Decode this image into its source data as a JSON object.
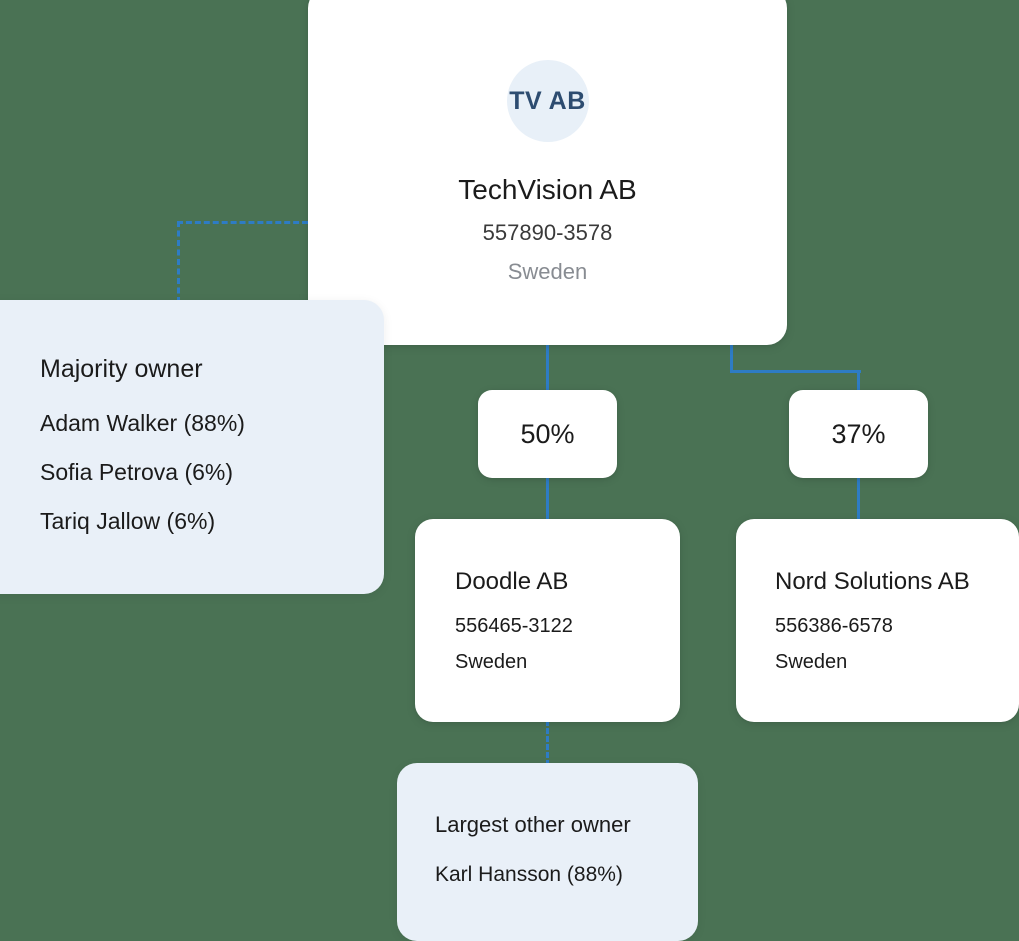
{
  "diagram": {
    "type": "ownership-structure-tree",
    "background_color": "#4a7254",
    "connector_color": "#2e7cc4",
    "panel_color": "#e9f0f8",
    "card_color": "#ffffff"
  },
  "root": {
    "avatar_initials": "TV AB",
    "avatar_bg": "#e8f0f8",
    "avatar_text_color": "#2d4c70",
    "name": "TechVision AB",
    "registration_number": "557890-3578",
    "country": "Sweden"
  },
  "majority_owner_panel": {
    "title": "Majority owner",
    "owners": [
      {
        "name": "Adam Walker",
        "share": "88%",
        "line": "Adam Walker (88%)"
      },
      {
        "name": "Sofia Petrova",
        "share": "6%",
        "line": "Sofia Petrova (6%)"
      },
      {
        "name": "Tariq Jallow",
        "share": "6%",
        "line": "Tariq Jallow (6%)"
      }
    ]
  },
  "subsidiaries": [
    {
      "badge": "50%",
      "name": "Doodle AB",
      "registration_number": "556465-3122",
      "country": "Sweden"
    },
    {
      "badge": "37%",
      "name": "Nord Solutions AB",
      "registration_number": "556386-6578",
      "country": "Sweden"
    }
  ],
  "largest_other_owner_panel": {
    "title": "Largest other owner",
    "owner": {
      "name": "Karl Hansson",
      "share": "88%",
      "line": "Karl Hansson (88%)"
    }
  }
}
